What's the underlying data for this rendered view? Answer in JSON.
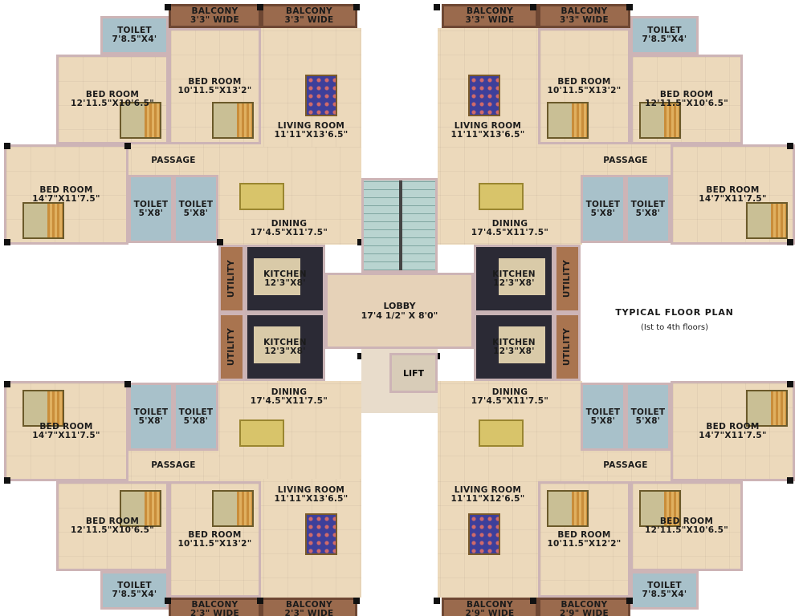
{
  "title": "TYPICAL FLOOR PLAN",
  "subtitle": "(Ist to 4th floors)",
  "core": {
    "lobby": {
      "name": "LOBBY",
      "dim": "17'4 1/2\" X 8'0\""
    },
    "lift": "LIFT"
  },
  "colors": {
    "floor": "#ecd9bb",
    "toilet": "#a8c1ca",
    "balcony": "#9a6a4d",
    "kitchen": "#2b2a35",
    "utility": "#a9744f",
    "stair": "#b9d4d0",
    "wall": "#cdb4b6"
  },
  "units": [
    {
      "balcony_a": {
        "name": "BALCONY",
        "dim": "3'3\" WIDE"
      },
      "balcony_b": {
        "name": "BALCONY",
        "dim": "3'3\" WIDE"
      },
      "toilet_small": {
        "name": "TOILET",
        "dim": "7'8.5\"X4'"
      },
      "bedroom_1": {
        "name": "BED ROOM",
        "dim": "12'11.5\"X10'6.5\""
      },
      "bedroom_2": {
        "name": "BED ROOM",
        "dim": "10'11.5\"X13'2\""
      },
      "living": {
        "name": "LIVING ROOM",
        "dim": "11'11\"X13'6.5\""
      },
      "dining": {
        "name": "DINING",
        "dim": "17'4.5\"X11'7.5\""
      },
      "passage": {
        "name": "PASSAGE",
        "dim": ""
      },
      "bedroom_3": {
        "name": "BED ROOM",
        "dim": "14'7\"X11'7.5\""
      },
      "toilet_a": {
        "name": "TOILET",
        "dim": "5'X8'"
      },
      "toilet_b": {
        "name": "TOILET",
        "dim": "5'X8'"
      },
      "kitchen": {
        "name": "KITCHEN",
        "dim": "12'3\"X8'"
      },
      "utility": {
        "name": "UTILITY",
        "dim": ""
      }
    },
    {
      "balcony_a": {
        "name": "BALCONY",
        "dim": "3'3\" WIDE"
      },
      "balcony_b": {
        "name": "BALCONY",
        "dim": "3'3\" WIDE"
      },
      "toilet_small": {
        "name": "TOILET",
        "dim": "7'8.5\"X4'"
      },
      "bedroom_1": {
        "name": "BED ROOM",
        "dim": "12'11.5\"X10'6.5\""
      },
      "bedroom_2": {
        "name": "BED ROOM",
        "dim": "10'11.5\"X13'2\""
      },
      "living": {
        "name": "LIVING ROOM",
        "dim": "11'11\"X13'6.5\""
      },
      "dining": {
        "name": "DINING",
        "dim": "17'4.5\"X11'7.5\""
      },
      "passage": {
        "name": "PASSAGE",
        "dim": ""
      },
      "bedroom_3": {
        "name": "BED ROOM",
        "dim": "14'7\"X11'7.5\""
      },
      "toilet_a": {
        "name": "TOILET",
        "dim": "5'X8'"
      },
      "toilet_b": {
        "name": "TOILET",
        "dim": "5'X8'"
      },
      "kitchen": {
        "name": "KITCHEN",
        "dim": "12'3\"X8'"
      },
      "utility": {
        "name": "UTILITY",
        "dim": ""
      }
    },
    {
      "balcony_a": {
        "name": "BALCONY",
        "dim": "2'3\" WIDE"
      },
      "balcony_b": {
        "name": "BALCONY",
        "dim": "2'3\" WIDE"
      },
      "toilet_small": {
        "name": "TOILET",
        "dim": "7'8.5\"X4'"
      },
      "bedroom_1": {
        "name": "BED ROOM",
        "dim": "12'11.5\"X10'6.5\""
      },
      "bedroom_2": {
        "name": "BED ROOM",
        "dim": "10'11.5\"X13'2\""
      },
      "living": {
        "name": "LIVING ROOM",
        "dim": "11'11\"X13'6.5\""
      },
      "dining": {
        "name": "DINING",
        "dim": "17'4.5\"X11'7.5\""
      },
      "passage": {
        "name": "PASSAGE",
        "dim": ""
      },
      "bedroom_3": {
        "name": "BED ROOM",
        "dim": "14'7\"X11'7.5\""
      },
      "toilet_a": {
        "name": "TOILET",
        "dim": "5'X8'"
      },
      "toilet_b": {
        "name": "TOILET",
        "dim": "5'X8'"
      },
      "kitchen": {
        "name": "KITCHEN",
        "dim": "12'3\"X8'"
      },
      "utility": {
        "name": "UTILITY",
        "dim": ""
      }
    },
    {
      "balcony_a": {
        "name": "BALCONY",
        "dim": "2'9\" WIDE"
      },
      "balcony_b": {
        "name": "BALCONY",
        "dim": "2'9\" WIDE"
      },
      "toilet_small": {
        "name": "TOILET",
        "dim": "7'8.5\"X4'"
      },
      "bedroom_1": {
        "name": "BED ROOM",
        "dim": "12'11.5\"X10'6.5\""
      },
      "bedroom_2": {
        "name": "BED ROOM",
        "dim": "10'11.5\"X12'2\""
      },
      "living": {
        "name": "LIVING ROOM",
        "dim": "11'11\"X12'6.5\""
      },
      "dining": {
        "name": "DINING",
        "dim": "17'4.5\"X11'7.5\""
      },
      "passage": {
        "name": "PASSAGE",
        "dim": ""
      },
      "bedroom_3": {
        "name": "BED ROOM",
        "dim": "14'7\"X11'7.5\""
      },
      "toilet_a": {
        "name": "TOILET",
        "dim": "5'X8'"
      },
      "toilet_b": {
        "name": "TOILET",
        "dim": "5'X8'"
      },
      "kitchen": {
        "name": "KITCHEN",
        "dim": "12'3\"X8'"
      },
      "utility": {
        "name": "UTILITY",
        "dim": ""
      }
    }
  ]
}
